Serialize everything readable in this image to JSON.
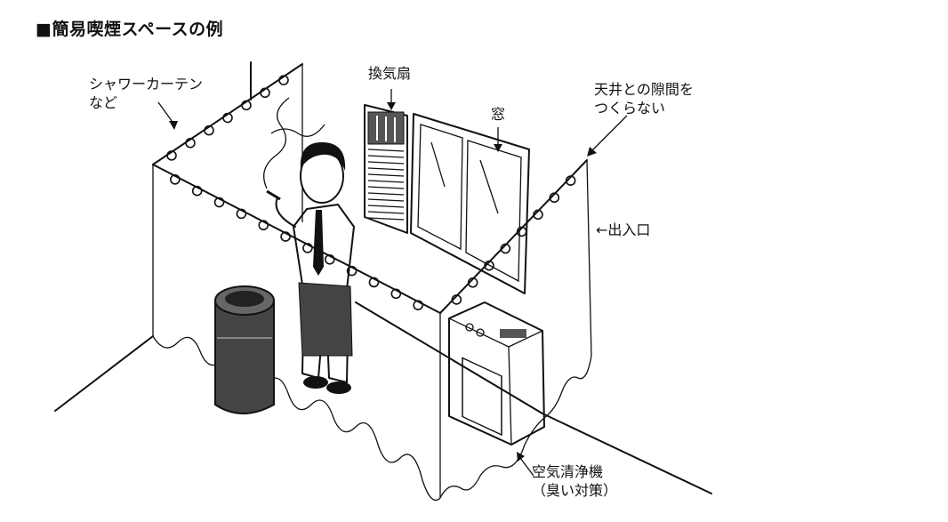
{
  "title": "■簡易喫煙スペースの例",
  "labels": {
    "curtain": [
      "シャワーカーテン",
      "など"
    ],
    "fan": "換気扇",
    "window": "窓",
    "ceiling_gap": [
      "天井との隙間を",
      "つくらない"
    ],
    "entrance": "←出入口",
    "purifier": [
      "空気清浄機",
      "（臭い対策）"
    ]
  },
  "colors": {
    "ink": "#111111",
    "shade": "#555555",
    "light": "#dddddd",
    "background": "#ffffff"
  }
}
